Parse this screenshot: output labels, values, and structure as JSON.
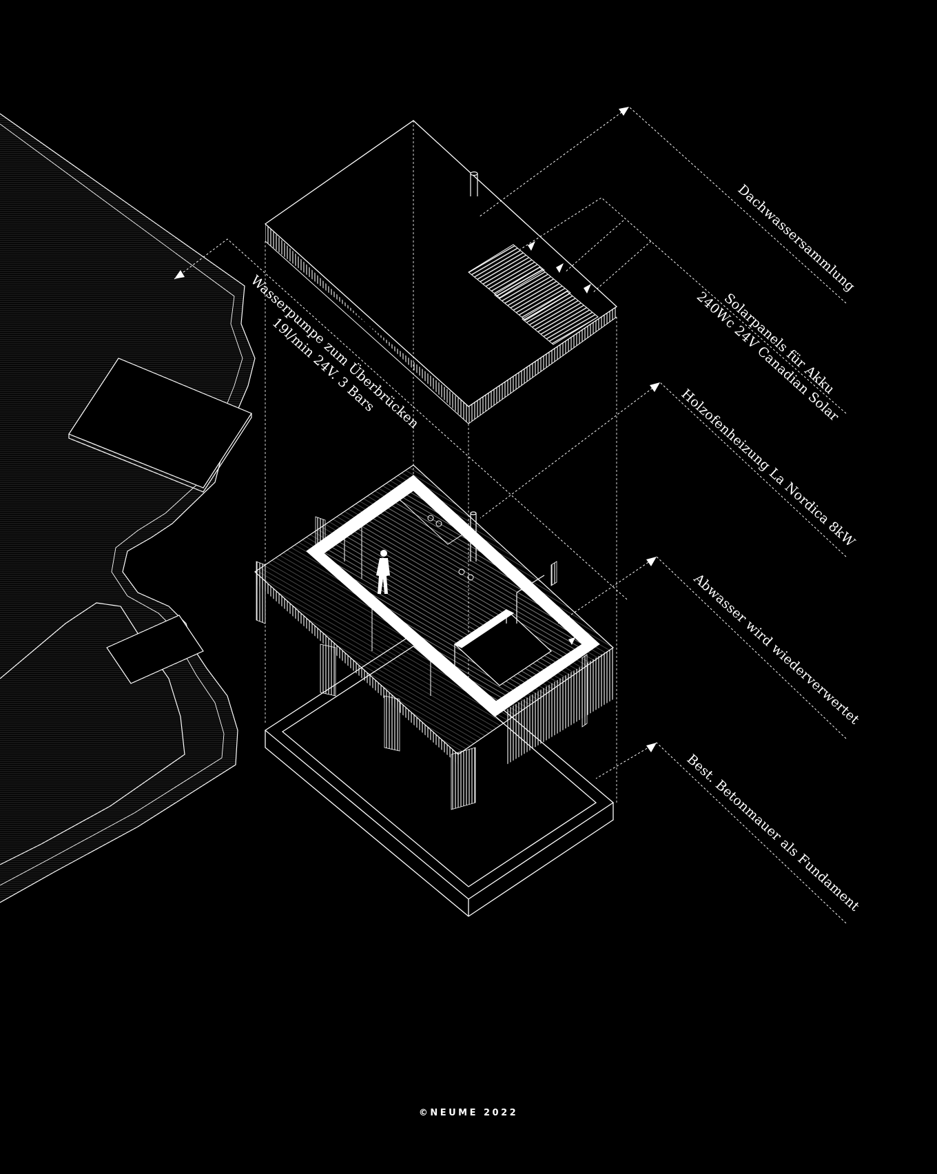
{
  "labels": {
    "roof_water": "Dachwassersammlung",
    "solar_line1": "Solarpanels für Akku",
    "solar_line2": "240Wc 24V Canadian Solar",
    "stove": "Holzofenheizung La Nordica 8kW",
    "wastewater": "Abwasser wird wiederverwertet",
    "foundation": "Best. Betonmauer als Fundament",
    "pump_line1": "Wasserpumpe zum Überbrücken",
    "pump_line2": "19l/min 24V. 3 Bars"
  },
  "credit": "©NEUME 2022",
  "colors": {
    "background": "#000000",
    "line": "#ffffff"
  }
}
